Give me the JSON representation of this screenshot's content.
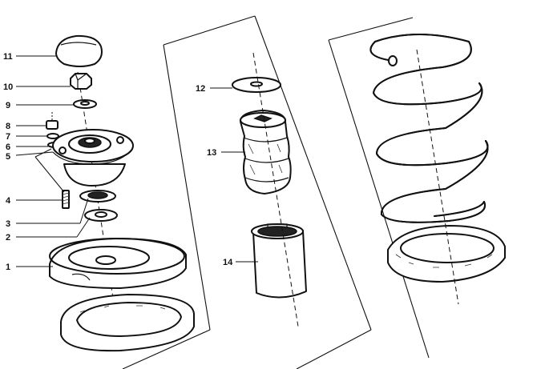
{
  "parts": [
    {
      "id": "p1",
      "label": "1"
    },
    {
      "id": "p2",
      "label": "2"
    },
    {
      "id": "p3",
      "label": "3"
    },
    {
      "id": "p4",
      "label": "4"
    },
    {
      "id": "p5",
      "label": "5"
    },
    {
      "id": "p6",
      "label": "6"
    },
    {
      "id": "p7",
      "label": "7"
    },
    {
      "id": "p8",
      "label": "8"
    },
    {
      "id": "p9",
      "label": "9"
    },
    {
      "id": "p10",
      "label": "10"
    },
    {
      "id": "p11",
      "label": "11"
    },
    {
      "id": "p12",
      "label": "12"
    },
    {
      "id": "p13",
      "label": "13"
    },
    {
      "id": "p14",
      "label": "14"
    }
  ]
}
